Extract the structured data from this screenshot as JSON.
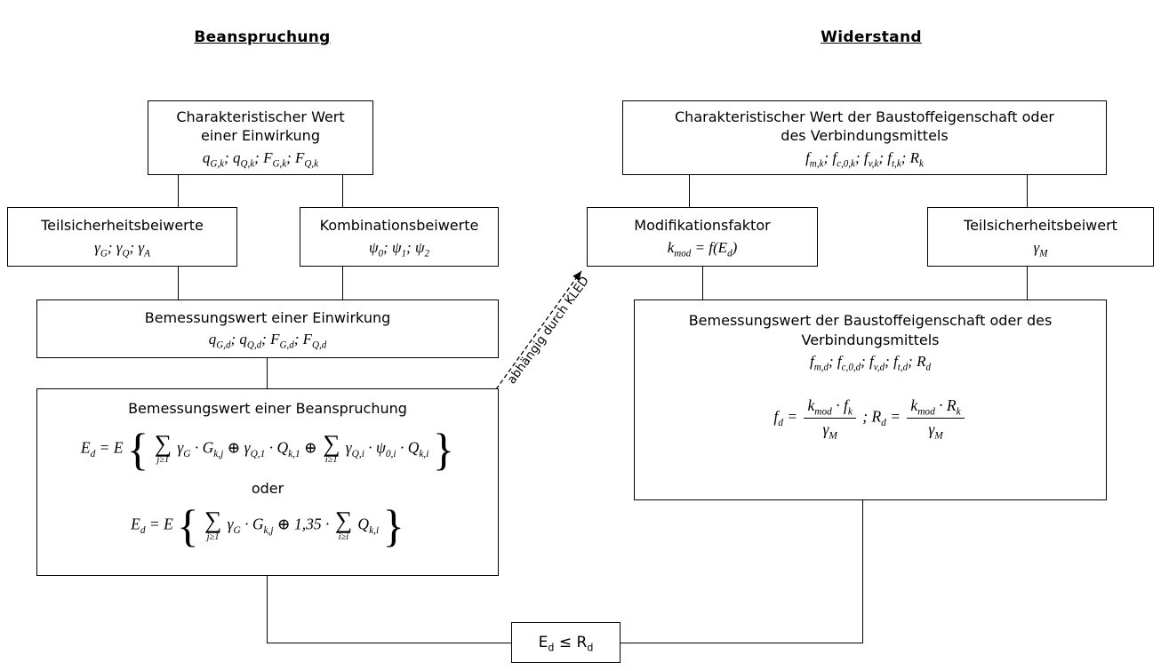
{
  "colors": {
    "line": "#000000",
    "background": "#ffffff"
  },
  "headings": {
    "left": "Beanspruchung",
    "right": "Widerstand"
  },
  "left": {
    "char_wert": {
      "title1": "Charakteristischer Wert",
      "title2": "einer Einwirkung",
      "formula": "q_(G,k); q_(Q,k); F_(G,k); F_(Q,k)"
    },
    "teilsicherheit": {
      "title": "Teilsicherheitsbeiwerte",
      "formula": "γ_(G); γ_(Q); γ_(A)"
    },
    "kombination": {
      "title": "Kombinationsbeiwerte",
      "formula": "ψ_(0); ψ_(1); ψ_(2)"
    },
    "bemessung_einwirkung": {
      "title": "Bemessungswert einer Einwirkung",
      "formula": "q_(G,d); q_(Q,d); F_(G,d); F_(Q,d)"
    },
    "bemessung_beanspruchung": {
      "title": "Bemessungswert einer Beanspruchung",
      "eq1": "E_(d) = E \\lb \\sum[j≥1] γ_(G) · G_(k,j) ⊕ γ_(Q,1) · Q_(k,1) ⊕ \\sum[i≥1] γ_(Q,i) · ψ_(0,i) · Q_(k,i) \\rb",
      "oder": "oder",
      "eq2": "E_(d) = E \\lb \\sum[j≥1] γ_(G) · G_(k,j) ⊕ 1,35 · \\sum[i≥i] Q_(k,i) \\rb"
    }
  },
  "right": {
    "char_wert": {
      "title1": "Charakteristischer Wert der Baustoffeigenschaft oder",
      "title2": "des Verbindungsmittels",
      "formula": "f_(m,k); f_(c,0,k); f_(v,k); f_(t,k); R_(k)"
    },
    "modifikation": {
      "title": "Modifikationsfaktor",
      "formula": "k_(mod) = f(E_(d))"
    },
    "teilsicherheit": {
      "title": "Teilsicherheitsbeiwert",
      "formula": "γ_(M)"
    },
    "bemessung": {
      "title1": "Bemessungswert der Baustoffeigenschaft oder des",
      "title2": "Verbindungsmittels",
      "formula": "f_(m,d); f_(c,0,d); f_(v,d); f_(t,d); R_(d)",
      "equation": "f_(d) = \\frac[k_(mod) · f_(k)][γ_(M)] ; R_(d) = \\frac[k_(mod) · R_(k)][γ_(M)]"
    }
  },
  "arrow": {
    "label": "abhängig durch KLED"
  },
  "result": {
    "formula": "E_(d) ≤ R_(d)"
  }
}
